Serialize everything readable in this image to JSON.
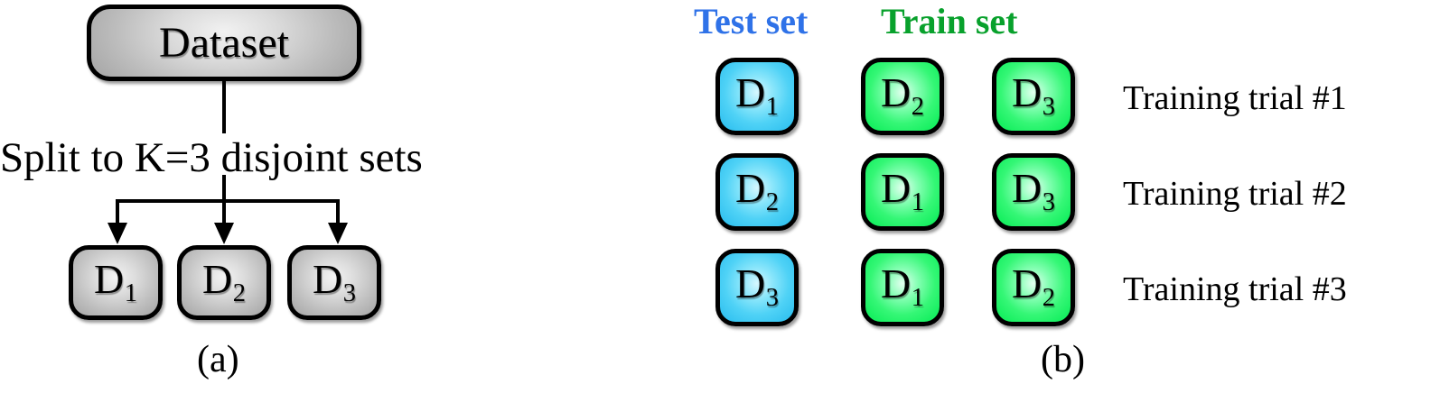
{
  "figure": {
    "panels": [
      {
        "id": "a",
        "caption": "(a)"
      },
      {
        "id": "b",
        "caption": "(b)"
      }
    ]
  },
  "panel_a": {
    "root_node": {
      "label": "Dataset",
      "fill": "#c8c8c8"
    },
    "split_text": "Split to K=3 disjoint sets",
    "folds": [
      {
        "base": "D",
        "sub": "1",
        "fill": "#c8c8c8"
      },
      {
        "base": "D",
        "sub": "2",
        "fill": "#c8c8c8"
      },
      {
        "base": "D",
        "sub": "3",
        "fill": "#c8c8c8"
      }
    ],
    "caption": "(a)"
  },
  "panel_b": {
    "headers": [
      {
        "label": "Test set",
        "color": "#2f72e8"
      },
      {
        "label": "Train set",
        "color": "#08a12c"
      }
    ],
    "rows": [
      {
        "trial": "Training trial #1",
        "test": [
          {
            "base": "D",
            "sub": "1",
            "fill": "#3fc9f2"
          }
        ],
        "train": [
          {
            "base": "D",
            "sub": "2",
            "fill": "#19ee5f"
          },
          {
            "base": "D",
            "sub": "3",
            "fill": "#19ee5f"
          }
        ]
      },
      {
        "trial": "Training trial #2",
        "test": [
          {
            "base": "D",
            "sub": "2",
            "fill": "#3fc9f2"
          }
        ],
        "train": [
          {
            "base": "D",
            "sub": "1",
            "fill": "#19ee5f"
          },
          {
            "base": "D",
            "sub": "3",
            "fill": "#19ee5f"
          }
        ]
      },
      {
        "trial": "Training trial #3",
        "test": [
          {
            "base": "D",
            "sub": "3",
            "fill": "#3fc9f2"
          }
        ],
        "train": [
          {
            "base": "D",
            "sub": "1",
            "fill": "#19ee5f"
          },
          {
            "base": "D",
            "sub": "2",
            "fill": "#19ee5f"
          }
        ]
      }
    ],
    "caption": "(b)"
  },
  "colors": {
    "test_blue": "#3fc9f2",
    "train_green": "#19ee5f",
    "node_gray": "#c8c8c8",
    "outline": "#000000",
    "test_header": "#2f72e8",
    "train_header": "#08a12c"
  }
}
